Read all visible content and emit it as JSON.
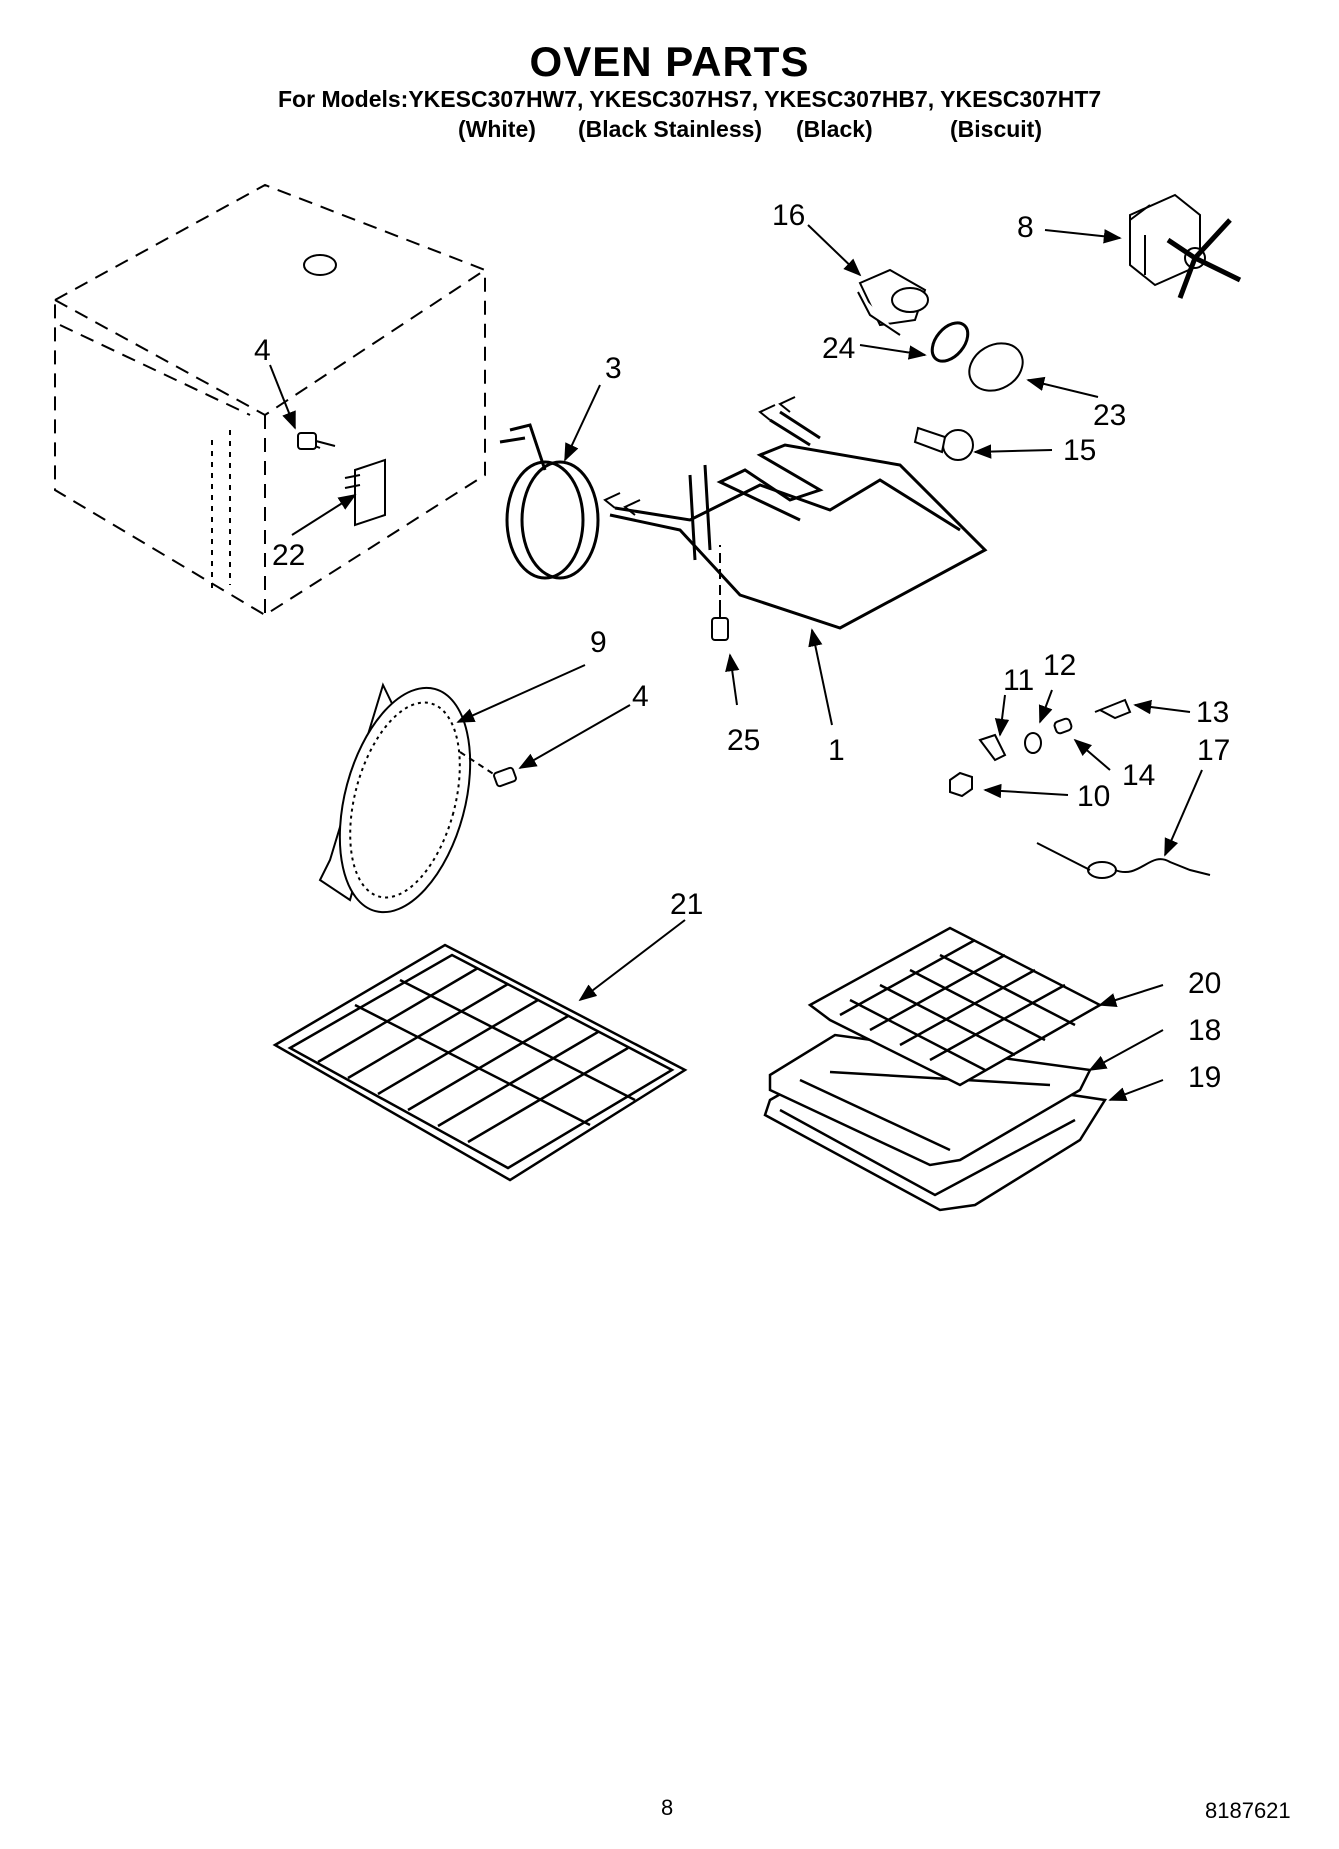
{
  "header": {
    "title": "OVEN PARTS",
    "models_line": "For Models:YKESC307HW7, YKESC307HS7, YKESC307HB7, YKESC307HT7",
    "variants": [
      "(White)",
      "(Black Stainless)",
      "(Black)",
      "(Biscuit)"
    ]
  },
  "callouts": {
    "c1": "1",
    "c3": "3",
    "c4a": "4",
    "c4b": "4",
    "c8": "8",
    "c9": "9",
    "c10": "10",
    "c11": "11",
    "c12": "12",
    "c13": "13",
    "c14": "14",
    "c15": "15",
    "c16": "16",
    "c17": "17",
    "c18": "18",
    "c19": "19",
    "c20": "20",
    "c21": "21",
    "c22": "22",
    "c23": "23",
    "c24": "24",
    "c25": "25"
  },
  "footer": {
    "page_number": "8",
    "doc_number": "8187621"
  }
}
